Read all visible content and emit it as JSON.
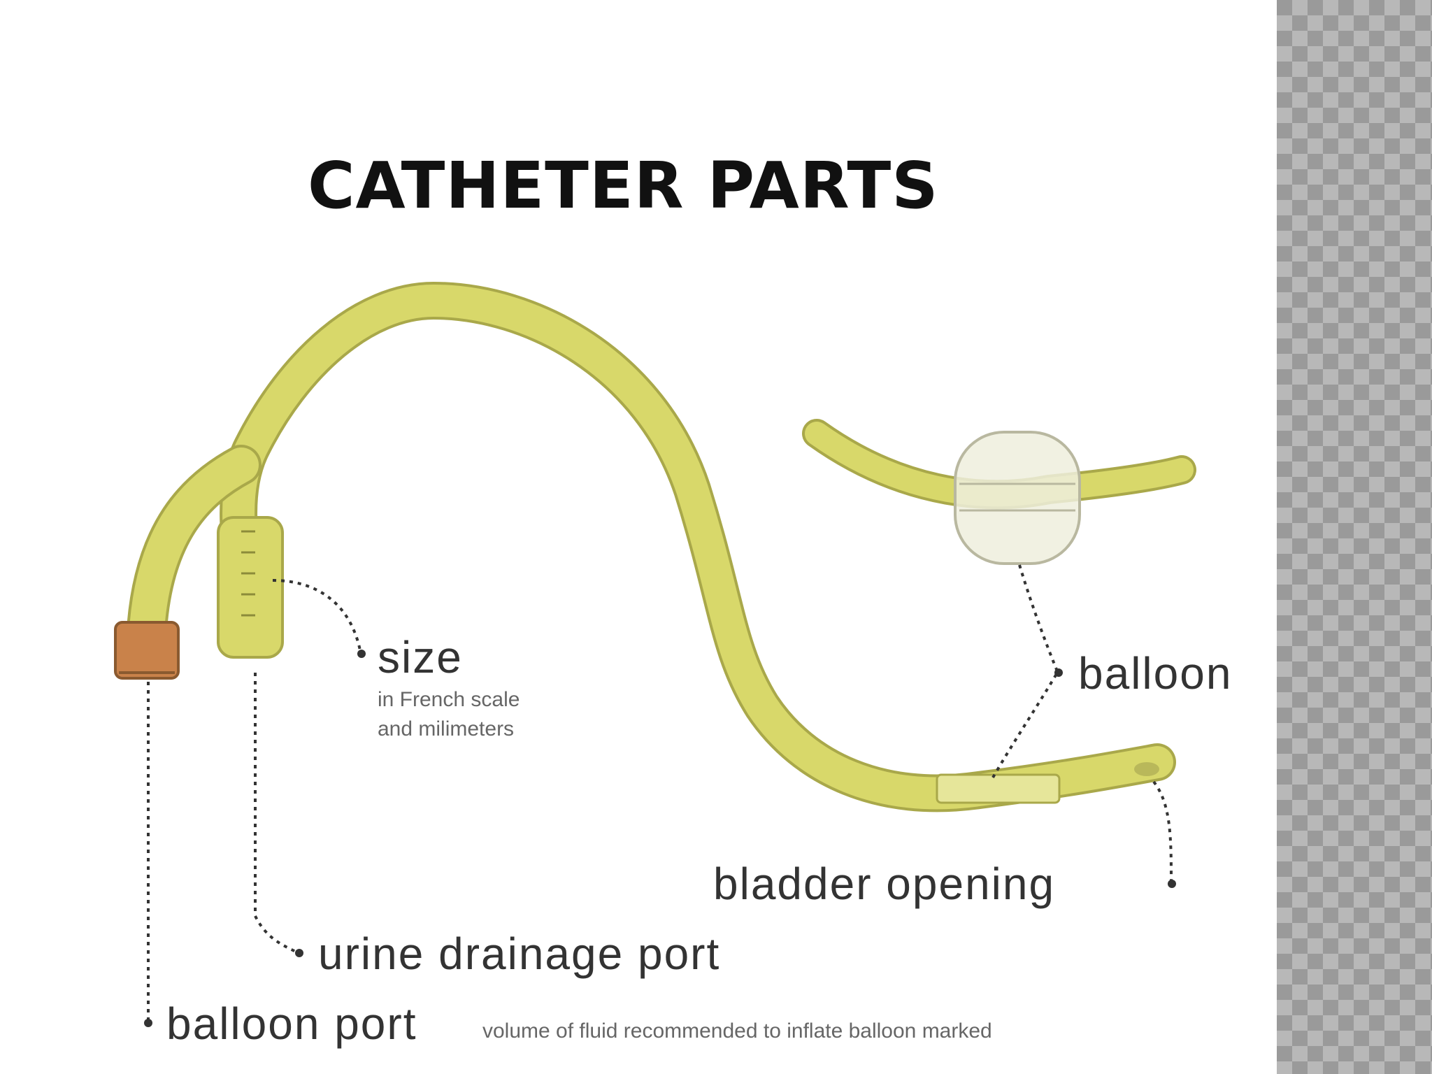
{
  "slide": {
    "title": "CATHETER PARTS"
  },
  "diagram": {
    "labels": {
      "size": "size",
      "size_note_line1": "in French scale",
      "size_note_line2": "and milimeters",
      "balloon": "balloon",
      "bladder_opening": "bladder opening",
      "urine_drainage_port": "urine drainage port",
      "balloon_port": "balloon port",
      "balloon_port_note": "volume of fluid recommended to inflate balloon marked"
    },
    "colors": {
      "tube": "#d8d86a",
      "tube_outline": "#a9a84a",
      "cap": "#c9824a",
      "balloon": "#eeeedd",
      "leader": "#333333"
    }
  },
  "side_panel": {
    "pattern": "gray diamond checker"
  }
}
